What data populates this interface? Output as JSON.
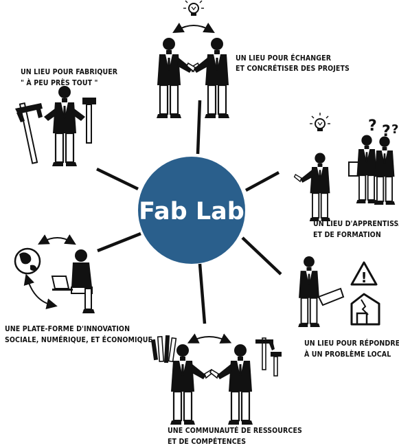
{
  "center": {
    "label": "Fab Lab",
    "fill_color": "#2A5F8C",
    "text_color": "#FFFFFF"
  },
  "captions": {
    "fabriquer": [
      "UN LIEU POUR FABRIQUER",
      "\" À PEU PRÈS TOUT \""
    ],
    "echanger": [
      "UN LIEU POUR ÉCHANGER",
      "ET CONCRÉTISER DES PROJETS"
    ],
    "apprentissage": [
      "UN LIEU D'APPRENTISSAGE",
      "ET DE FORMATION"
    ],
    "probleme": [
      "UN LIEU POUR RÉPONDRE",
      "À UN PROBLÈME LOCAL"
    ],
    "communaute": [
      "UNE COMMUNAUTÉ DE RESSOURCES",
      "ET DE COMPÉTENCES"
    ],
    "plateforme": [
      "UNE PLATE-FORME D'INNOVATION",
      "SOCIALE, NUMÉRIQUE, ET ÉCONOMIQUE"
    ]
  },
  "question_marks": [
    "?",
    "?",
    "?"
  ],
  "warning_mark": "!",
  "icons": [
    "lightbulb-icon",
    "caliper-icon",
    "hammer-icon",
    "globe-icon",
    "laptop-icon",
    "warning-icon",
    "broken-house-icon",
    "pencils-icon",
    "book-icon",
    "double-arrow-icon"
  ]
}
